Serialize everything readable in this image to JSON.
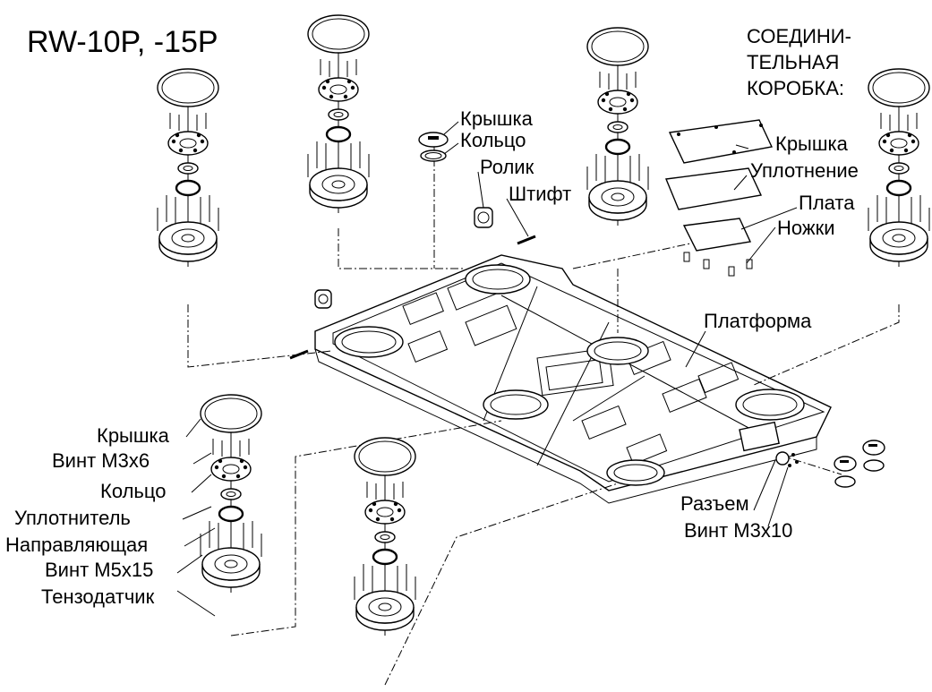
{
  "title": "RW-10P, -15P",
  "junction_box": {
    "heading_line1": "СОЕДИНИ-",
    "heading_line2": "ТЕЛЬНАЯ",
    "heading_line3": "КОРОБКА:",
    "cover": "Крышка",
    "seal": "Уплотнение",
    "board": "Плата",
    "feet": "Ножки"
  },
  "roller_parts": {
    "cap": "Крышка",
    "ring": "Кольцо",
    "roller": "Ролик",
    "pin": "Штифт"
  },
  "platform": "Платформа",
  "connector": {
    "connector": "Разъем",
    "screw": "Винт М3х10"
  },
  "load_cell_parts": {
    "cover": "Крышка",
    "screw_m3x6": "Винт М3х6",
    "ring": "Кольцо",
    "seal": "Уплотнитель",
    "guide": "Направляющая",
    "screw_m5x15": "Винт М5х15",
    "load_cell": "Тензодатчик"
  }
}
